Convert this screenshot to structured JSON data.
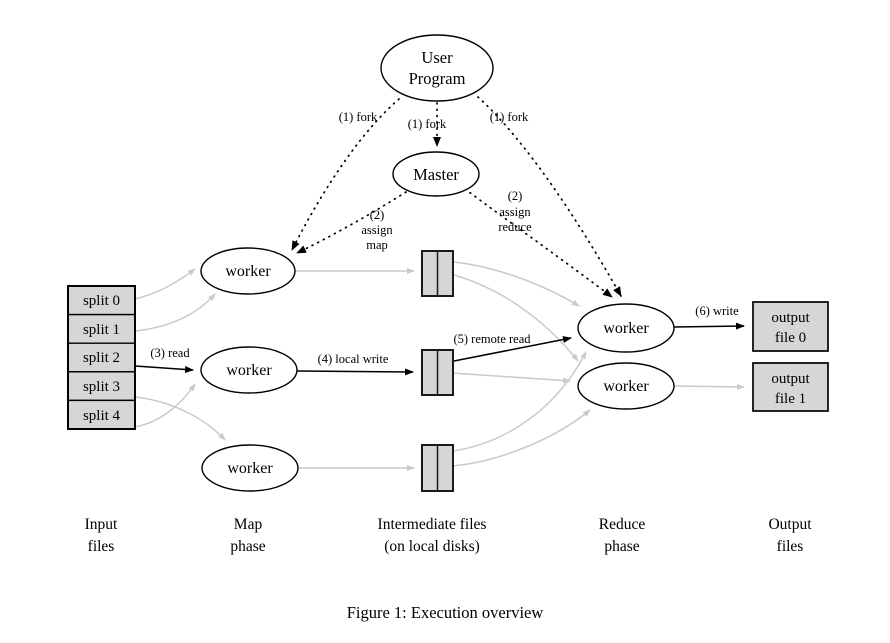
{
  "figure": {
    "caption": "Figure 1: Execution overview",
    "nodes": {
      "user_program": [
        "User",
        "Program"
      ],
      "master": "Master",
      "worker": "worker",
      "splits": [
        "split 0",
        "split 1",
        "split 2",
        "split 3",
        "split 4"
      ],
      "output_files": [
        [
          "output",
          "file 0"
        ],
        [
          "output",
          "file 1"
        ]
      ]
    },
    "edges": {
      "fork_left": "(1) fork",
      "fork_center": "(1) fork",
      "fork_right": "(1) fork",
      "assign_map": [
        "(2)",
        "assign",
        "map"
      ],
      "assign_reduce": [
        "(2)",
        "assign",
        "reduce"
      ],
      "read": "(3) read",
      "local_write": "(4) local write",
      "remote_read": "(5) remote read",
      "write": "(6) write"
    },
    "columns": [
      [
        "Input",
        "files"
      ],
      [
        "Map",
        "phase"
      ],
      [
        "Intermediate files",
        "(on local disks)"
      ],
      [
        "Reduce",
        "phase"
      ],
      [
        "Output",
        "files"
      ]
    ],
    "colors": {
      "node_fill": "#d6d6d6",
      "gray_line": "#cacaca",
      "ink": "#000000",
      "background": "#ffffff"
    }
  }
}
